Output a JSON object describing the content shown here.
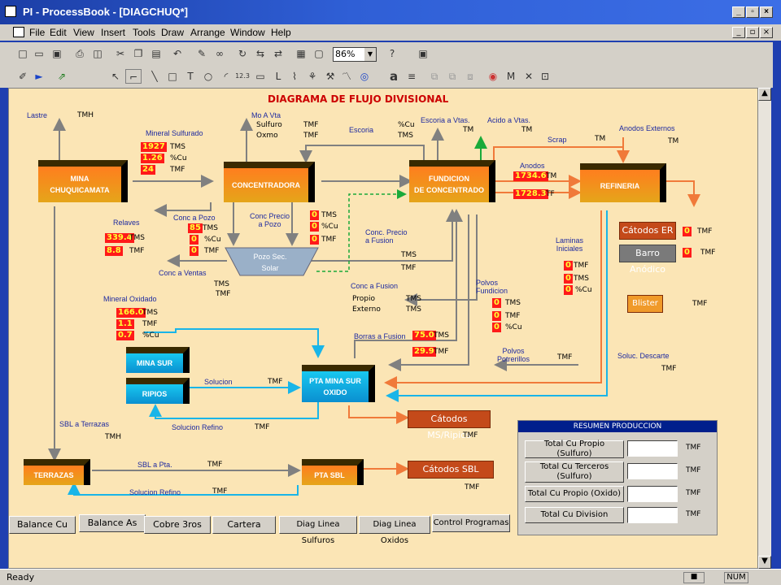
{
  "window": {
    "title": "PI - ProcessBook - [DIAGCHUQ*]"
  },
  "menu": [
    "File",
    "Edit",
    "View",
    "Insert",
    "Tools",
    "Draw",
    "Arrange",
    "Window",
    "Help"
  ],
  "toolbar": {
    "zoom": "86%"
  },
  "diagram": {
    "title": "DIAGRAMA DE FLUJO DIVISIONAL",
    "blocks": {
      "mina": "MINA\nCHUQUICAMATA",
      "conc": "CONCENTRADORA",
      "fund": "FUNDICION\nDE CONCENTRADO",
      "ref": "REFINERIA",
      "minasur": "MINA SUR",
      "ripios": "RIPIOS",
      "ptams": "PTA MINA SUR\nOXIDO",
      "terrazas": "TERRAZAS",
      "ptasbl": "PTA SBL",
      "pozo": "Pozo Sec.\nSolar"
    },
    "buttons": {
      "catodos_er": "Cátodos ER",
      "barro": "Barro Anódico",
      "blister": "Blister",
      "catodos_ms": "Cátodos MS/Ripios",
      "catodos_sbl": "Cátodos SBL"
    },
    "labels": {
      "lastre": "Lastre",
      "tmh1": "TMH",
      "mineral_sulf": "Mineral Sulfurado",
      "mo": "Mo A Vta",
      "sulfuro": "Sulfuro",
      "oxmo": "Oxmo",
      "escoria": "Escoria",
      "cu_pct": "%Cu",
      "tms": "TMS",
      "escoria_vtas": "Escoria a Vtas.",
      "acido": "Acido a Vtas.",
      "scrap": "Scrap",
      "anodos_ext": "Anodos Externos",
      "anodos": "Anodos",
      "relaves": "Relaves",
      "conc_pozo": "Conc a Pozo",
      "conc_precio_pozo": "Conc Precio\na Pozo",
      "conc_precio_fus": "Conc. Precio\na Fusion",
      "conc_ventas": "Conc a Ventas",
      "conc_fusion": "Conc a Fusion",
      "propio": "Propio",
      "externo": "Externo",
      "mineral_ox": "Mineral Oxidado",
      "borras": "Borras a Fusion",
      "polvos_fund": "Polvos\nFundicion",
      "polvos_pot": "Polvos\nPotrerillos",
      "laminas": "Laminas\nIniciales",
      "soluc_desc": "Soluc. Descarte",
      "solucion": "Solucion",
      "solucion_refino": "Solucion Refino",
      "sbl_terrazas": "SBL a Terrazas",
      "sbl_pta": "SBL a Pta.",
      "tmf": "TMF",
      "tf": "TF",
      "tm": "TM",
      "cu_pct2": "%Cu",
      "tmh": "TMH"
    },
    "values": {
      "ms1": "1927",
      "ms2": "1.26",
      "ms3": "24",
      "rel1": "339.4",
      "rel2": "8.8",
      "cp1": "85",
      "cp2": "0",
      "cp3": "0",
      "cpp1": "0",
      "cpp2": "0",
      "cpp3": "0",
      "an1": "1734.6",
      "an2": "1728.3",
      "mo1": "166.0",
      "mo2": "1.1",
      "mo3": "0.7",
      "bor1": "75.0",
      "bor2": "29.9",
      "er": "0",
      "barro": "0",
      "pf1": "0",
      "pf2": "0",
      "pf3": "0",
      "li1": "0",
      "li2": "0",
      "li3": "0"
    }
  },
  "resumen": {
    "title": "RESUMEN PRODUCCION",
    "rows": [
      "Total Cu Propio (Sulfuro)",
      "Total Cu Terceros (Sulfuro)",
      "Total Cu Propio (Oxido)",
      "Total Cu Division"
    ],
    "unit": "TMF"
  },
  "nav": [
    "Balance Cu",
    "Balance As",
    "Cobre 3ros",
    "Cartera",
    "Diag Linea Sulfuros",
    "Diag Linea Oxidos",
    "Control Programas"
  ],
  "status": {
    "text": "Ready",
    "num": "NUM"
  }
}
